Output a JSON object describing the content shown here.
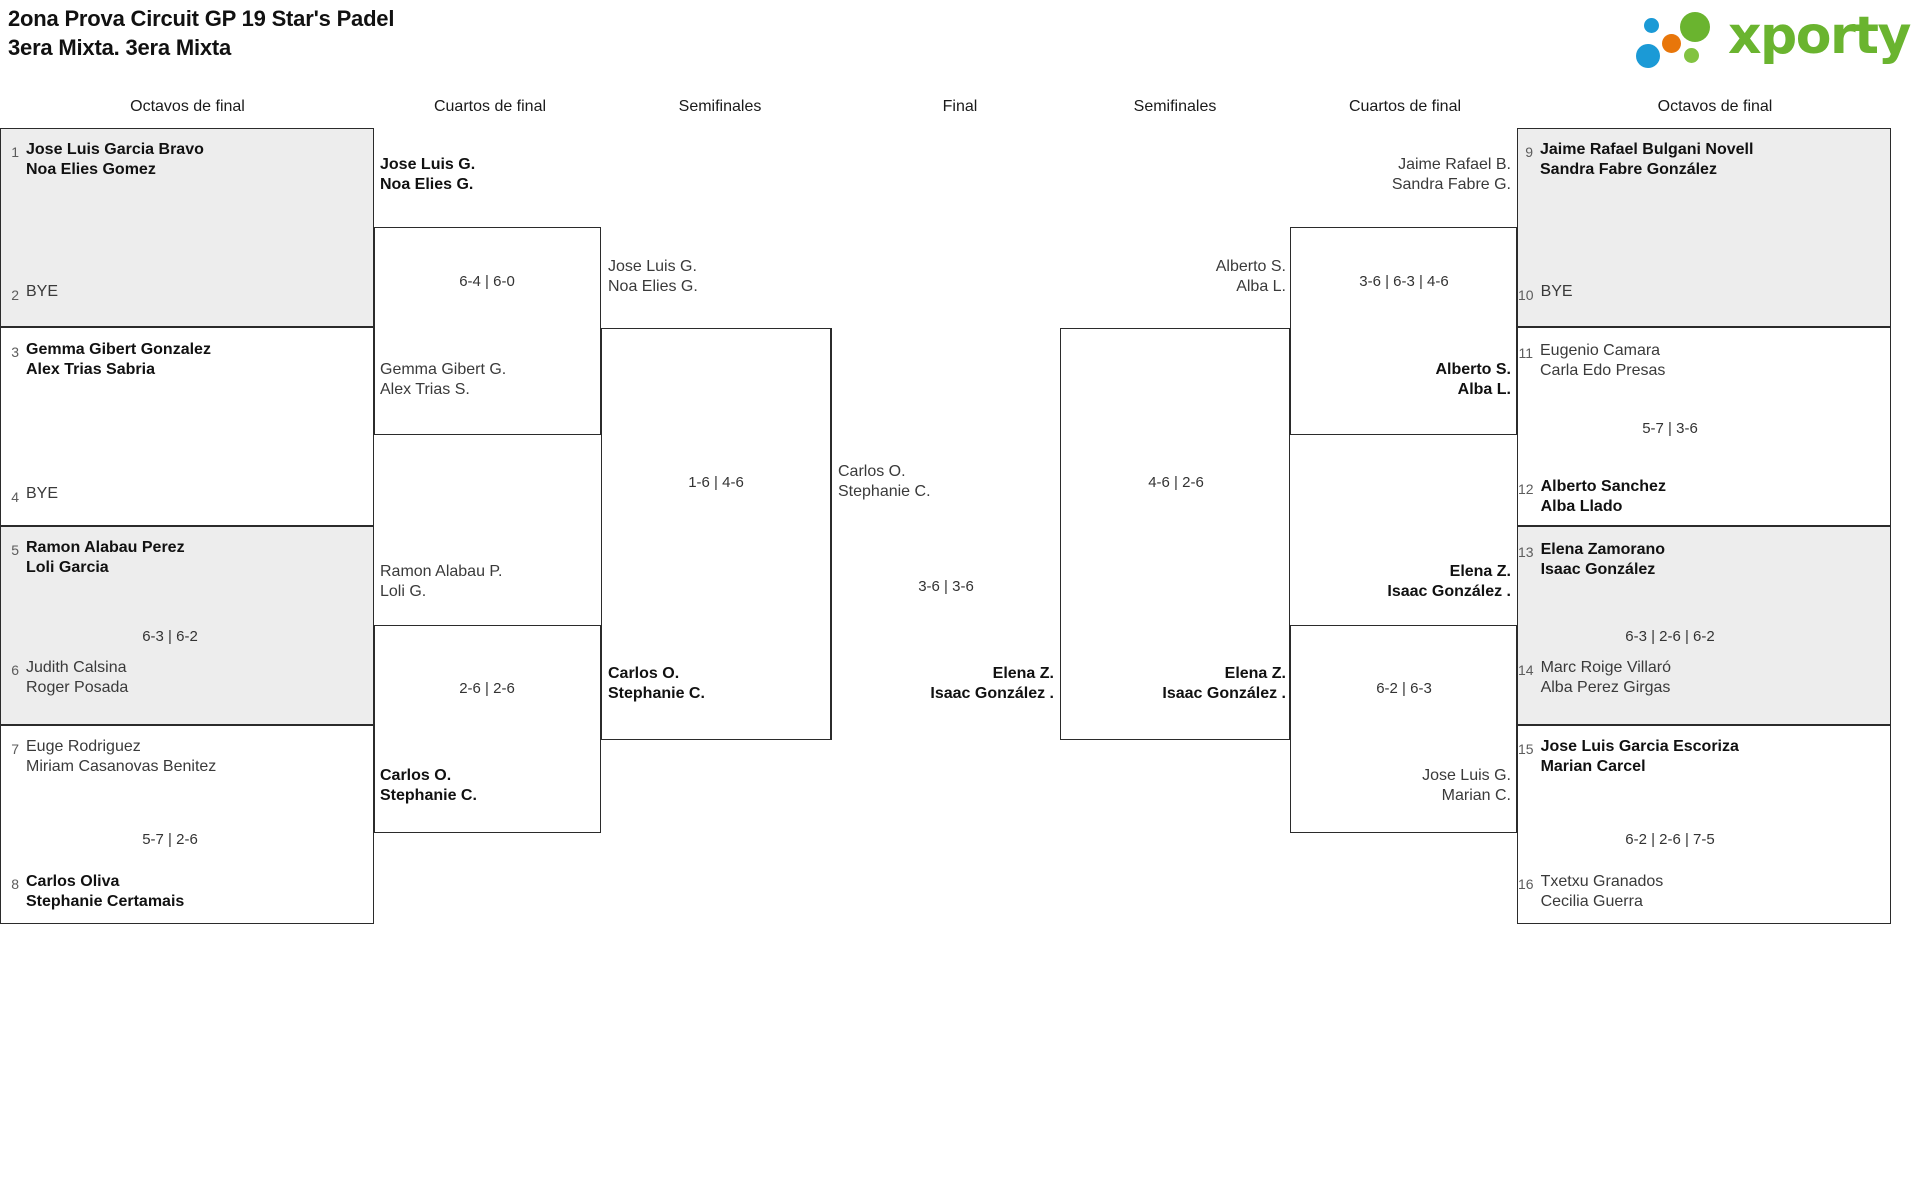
{
  "header": {
    "title_line1": "2ona Prova Circuit GP 19 Star's Padel",
    "title_line2": "3era Mixta. 3era Mixta",
    "logo_text": "xporty",
    "logo_colors": {
      "green": "#6ab42f",
      "orange": "#e8760a",
      "blue": "#1b9ad6"
    }
  },
  "round_headers": {
    "left_r16": "Octavos de final",
    "left_qf": "Cuartos de final",
    "left_sf": "Semifinales",
    "final": "Final",
    "right_sf": "Semifinales",
    "right_qf": "Cuartos de final",
    "right_r16": "Octavos de final"
  },
  "left": {
    "r16": [
      {
        "seed": "1",
        "line1": "Jose Luis Garcia Bravo",
        "line2": "Noa Elies Gomez",
        "winner": true
      },
      {
        "seed": "2",
        "bye": "BYE",
        "winner": false
      },
      {
        "seed": "3",
        "line1": "Gemma Gibert Gonzalez",
        "line2": "Alex Trias Sabria",
        "winner": true
      },
      {
        "seed": "4",
        "bye": "BYE",
        "winner": false
      },
      {
        "seed": "5",
        "line1": "Ramon Alabau Perez",
        "line2": "Loli Garcia",
        "winner": true
      },
      {
        "seed": "6",
        "line1": "Judith Calsina",
        "line2": "Roger Posada",
        "winner": false
      },
      {
        "seed": "7",
        "line1": "Euge Rodriguez",
        "line2": "Miriam Casanovas Benitez",
        "winner": false
      },
      {
        "seed": "8",
        "line1": "Carlos Oliva",
        "line2": "Stephanie Certamais",
        "winner": true
      }
    ],
    "r16_scores": {
      "m3": "6-3 | 6-2",
      "m4": "5-7 | 2-6"
    },
    "qf": [
      {
        "line1": "Jose Luis G.",
        "line2": "Noa Elies G.",
        "winner": true
      },
      {
        "line1": "Gemma Gibert G.",
        "line2": "Alex Trias S.",
        "winner": false
      },
      {
        "line1": "Ramon Alabau P.",
        "line2": "Loli G.",
        "winner": false
      },
      {
        "line1": "Carlos O.",
        "line2": "Stephanie C.",
        "winner": true
      }
    ],
    "qf_scores": {
      "m1": "6-4 | 6-0",
      "m2": "2-6 | 2-6"
    },
    "sf": [
      {
        "line1": "Jose Luis G.",
        "line2": "Noa Elies G.",
        "winner": false
      },
      {
        "line1": "Carlos O.",
        "line2": "Stephanie C.",
        "winner": true
      }
    ],
    "sf_score": "1-6 | 4-6"
  },
  "final": {
    "left_finalist": {
      "line1": "Carlos O.",
      "line2": "Stephanie C.",
      "winner": false
    },
    "right_finalist": {
      "line1": "Elena Z.",
      "line2": "Isaac González .",
      "winner": true
    },
    "score": "3-6 | 3-6"
  },
  "right": {
    "sf": [
      {
        "line1": "Alberto S.",
        "line2": "Alba L.",
        "winner": false
      },
      {
        "line1": "Elena Z.",
        "line2": "Isaac González .",
        "winner": true
      }
    ],
    "sf_score": "4-6 | 2-6",
    "qf": [
      {
        "line1": "Jaime Rafael B.",
        "line2": "Sandra Fabre G.",
        "winner": false
      },
      {
        "line1": "Alberto S.",
        "line2": "Alba L.",
        "winner": true
      },
      {
        "line1": "Elena Z.",
        "line2": "Isaac González .",
        "winner": true
      },
      {
        "line1": "Jose Luis G.",
        "line2": "Marian C.",
        "winner": false
      }
    ],
    "qf_scores": {
      "m1": "3-6 | 6-3 | 4-6",
      "m2": "6-2 | 6-3"
    },
    "r16": [
      {
        "seed": "9",
        "line1": "Jaime Rafael Bulgani Novell",
        "line2": "Sandra Fabre González",
        "winner": true
      },
      {
        "seed": "10",
        "bye": "BYE",
        "winner": false
      },
      {
        "seed": "11",
        "line1": "Eugenio Camara",
        "line2": "Carla Edo Presas",
        "winner": false
      },
      {
        "seed": "12",
        "line1": "Alberto Sanchez",
        "line2": "Alba Llado",
        "winner": true
      },
      {
        "seed": "13",
        "line1": "Elena Zamorano",
        "line2": "Isaac González",
        "winner": true
      },
      {
        "seed": "14",
        "line1": "Marc Roige Villaró",
        "line2": "Alba Perez Girgas",
        "winner": false
      },
      {
        "seed": "15",
        "line1": "Jose Luis Garcia Escoriza",
        "line2": "Marian Carcel",
        "winner": true
      },
      {
        "seed": "16",
        "line1": "Txetxu Granados",
        "line2": "Cecilia Guerra",
        "winner": false
      }
    ],
    "r16_scores": {
      "m2": "5-7 | 3-6",
      "m3": "6-3 | 2-6 | 6-2",
      "m4": "6-2 | 2-6 | 7-5"
    }
  }
}
